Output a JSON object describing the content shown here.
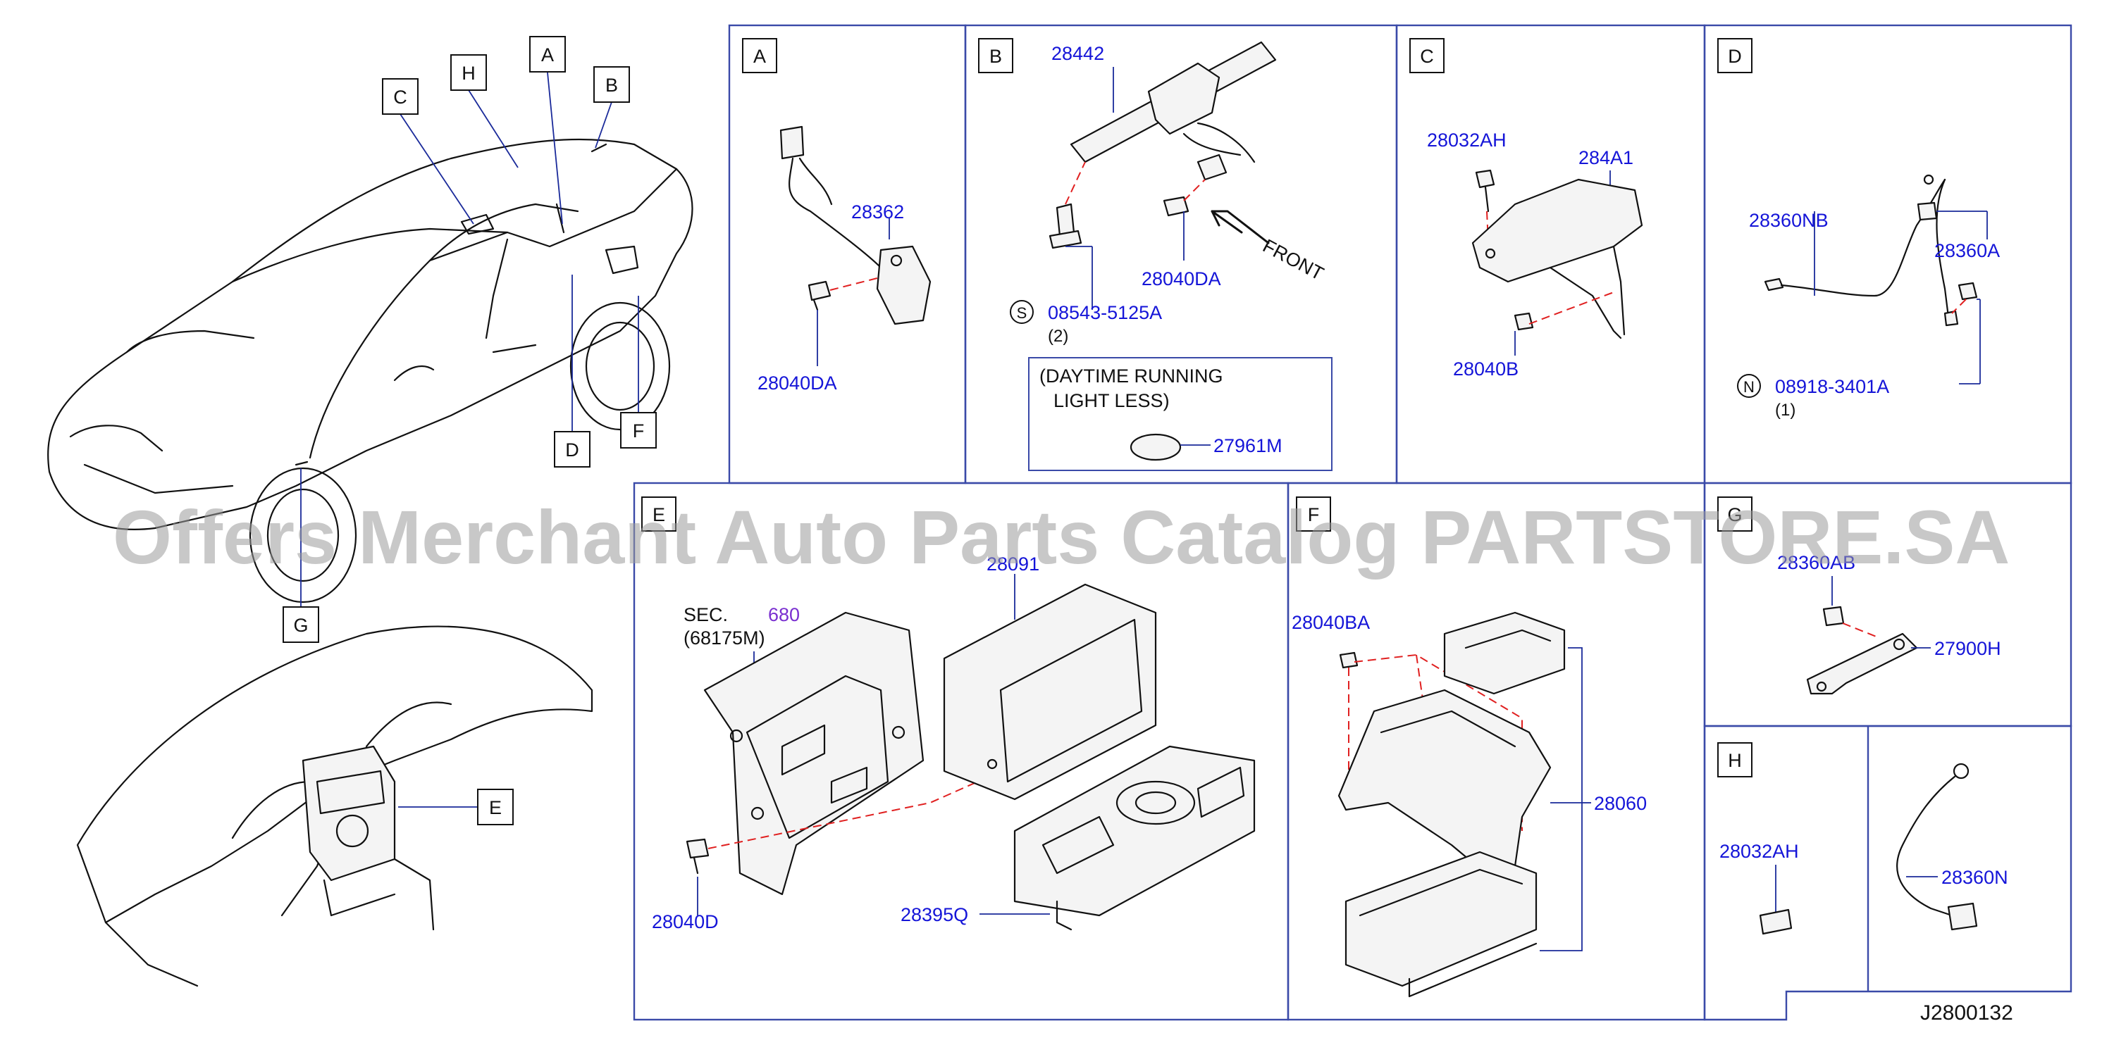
{
  "watermark": "Offers Merchant Auto Parts Catalog PARTSTORE.SA",
  "diagram_code": "J2800132",
  "overview": {
    "callouts": [
      "A",
      "B",
      "C",
      "H",
      "D",
      "F",
      "G",
      "E"
    ]
  },
  "panels": {
    "A": {
      "letter": "A",
      "parts": [
        "28362",
        "28040DA"
      ]
    },
    "B": {
      "letter": "B",
      "parts": [
        "28442",
        "28040DA",
        "08543-5125A"
      ],
      "symbol": "S",
      "qty": "(2)",
      "front_label": "FRONT",
      "note_line1": "(DAYTIME   RUNNING",
      "note_line2": "LIGHT   LESS)",
      "note_part": "27961M"
    },
    "C": {
      "letter": "C",
      "parts": [
        "28032AH",
        "284A1",
        "28040B"
      ]
    },
    "D": {
      "letter": "D",
      "parts": [
        "28360NB",
        "28360A",
        "08918-3401A"
      ],
      "symbol": "N",
      "qty": "(1)"
    },
    "E": {
      "letter": "E",
      "sec_label": "SEC.",
      "sec_number": "680",
      "sec_ref": "(68175M)",
      "parts": [
        "28091",
        "28040D",
        "28395Q"
      ]
    },
    "F": {
      "letter": "F",
      "parts": [
        "28040BA",
        "28060"
      ]
    },
    "G": {
      "letter": "G",
      "parts": [
        "28360AB",
        "27900H"
      ]
    },
    "H": {
      "letter": "H",
      "parts": [
        "28032AH",
        "28360N"
      ]
    }
  }
}
